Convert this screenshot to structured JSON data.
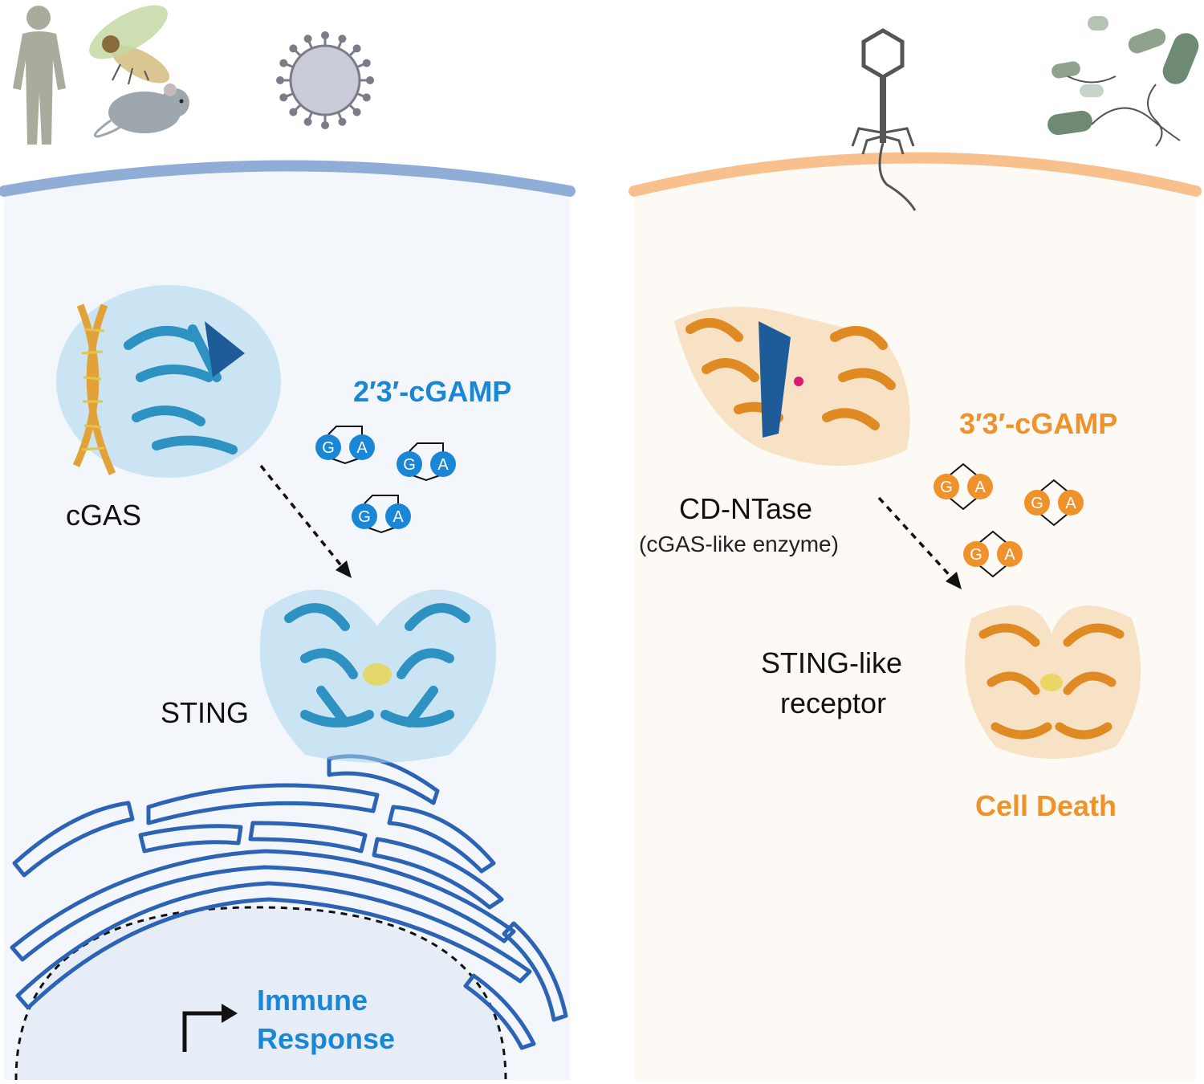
{
  "left_panel": {
    "enzyme_label": "cGAS",
    "product_label": "2′3′-cGAMP",
    "receptor_label": "STING",
    "outcome_label_line1": "Immune",
    "outcome_label_line2": "Response",
    "molecule_letters": [
      "G",
      "A"
    ],
    "accent_color": "#1a86d6",
    "membrane_color": "#8fadd6",
    "cell_fill": "#f3f7fc"
  },
  "right_panel": {
    "enzyme_label": "CD-NTase",
    "enzyme_sublabel": "(cGAS-like enzyme)",
    "product_label": "3′3′-cGAMP",
    "receptor_label_line1": "STING-like",
    "receptor_label_line2": "receptor",
    "outcome_label": "Cell Death",
    "molecule_letters": [
      "G",
      "A"
    ],
    "accent_color": "#f0922b",
    "membrane_color": "#f7c08c",
    "cell_fill": "#fdf9f4"
  }
}
